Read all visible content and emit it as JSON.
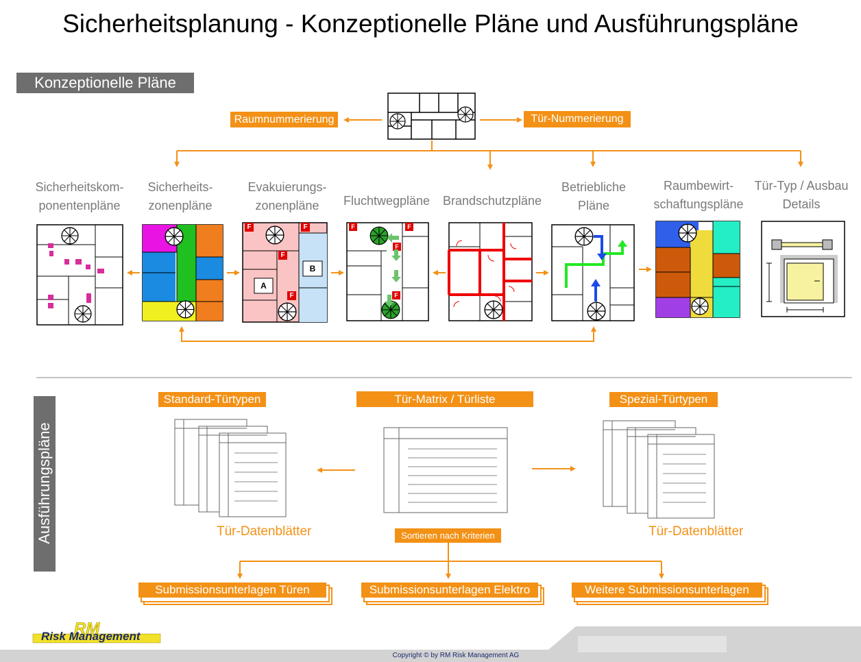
{
  "page": {
    "title": "Sicherheitsplanung - Konzeptionelle Pläne und Ausführungspläne",
    "copyright": "Copyright © by RM Risk Management AG"
  },
  "colors": {
    "accent_orange": "#f39116",
    "section_grey": "#6e6e6e",
    "label_grey": "#7a7a7a",
    "logo_yellow": "#f2e12a",
    "logo_navy": "#1b2a6b"
  },
  "konzeptionell": {
    "header": "Konzeptionelle Pläne",
    "left_tag": "Raumnummerierung",
    "right_tag": "Tür-Nummerierung",
    "plans": [
      {
        "label_line1": "Sicherheitskom-",
        "label_line2": "ponentenpläne"
      },
      {
        "label_line1": "Sicherheits-",
        "label_line2": "zonenpläne"
      },
      {
        "label_line1": "Evakuierungs-",
        "label_line2": "zonenpläne"
      },
      {
        "label_line1": "Fluchtwegpläne",
        "label_line2": ""
      },
      {
        "label_line1": "Brandschutzpläne",
        "label_line2": ""
      },
      {
        "label_line1": "Betriebliche",
        "label_line2": "Pläne"
      },
      {
        "label_line1": "Raumbewirt-",
        "label_line2": "schaftungspläne"
      },
      {
        "label_line1": "Tür-Typ / Ausbau",
        "label_line2": "Details"
      }
    ],
    "marks": {
      "fire": "F",
      "zone_a": "A",
      "zone_b": "B"
    }
  },
  "ausfuehrung": {
    "header": "Ausführungspläne",
    "standard_tag": "Standard-Türtypen",
    "matrix_tag": "Tür-Matrix / Türliste",
    "spezial_tag": "Spezial-Türtypen",
    "datenblatt_left": "Tür-Datenblätter",
    "datenblatt_right": "Tür-Datenblätter",
    "sort_tag": "Sortieren nach Kriterien",
    "submissions": [
      "Submissionsunterlagen Türen",
      "Submissionsunterlagen Elektro",
      "Weitere Submissionsunterlagen"
    ]
  },
  "logo": {
    "letters": "RM",
    "text": "Risk Management"
  }
}
